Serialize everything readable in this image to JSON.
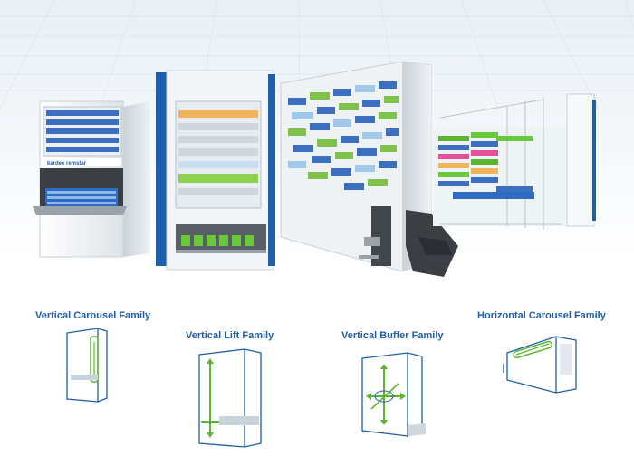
{
  "colors": {
    "brand_blue": "#1f5ea8",
    "accent_green": "#5cb531",
    "machine_white": "#f2f5f7",
    "panel_dark": "#3b3f44"
  },
  "families": [
    {
      "name": "Vertical Carousel Family",
      "icon": "vertical-carousel-diagram-icon"
    },
    {
      "name": "Vertical Lift Family",
      "icon": "vertical-lift-diagram-icon"
    },
    {
      "name": "Vertical Buffer Family",
      "icon": "vertical-buffer-diagram-icon"
    },
    {
      "name": "Horizontal Carousel Family",
      "icon": "horizontal-carousel-diagram-icon"
    }
  ],
  "brand_wordmark": "kardex remstar"
}
